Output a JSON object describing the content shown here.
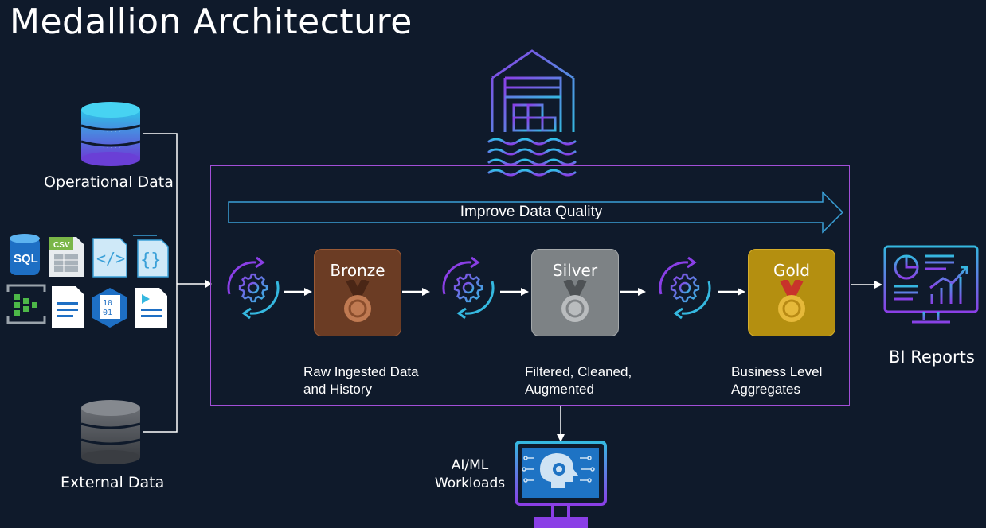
{
  "title": "Medallion Architecture",
  "sources": {
    "operational": "Operational Data",
    "external": "External Data",
    "file_icons": [
      "SQL",
      "CSV"
    ]
  },
  "banner": "Improve Data Quality",
  "stages": [
    {
      "name": "Bronze",
      "caption_lines": [
        "Raw Ingested Data",
        "and History"
      ],
      "color": "#6b3c24",
      "medal": "#c07a52"
    },
    {
      "name": "Silver",
      "caption_lines": [
        "Filtered, Cleaned,",
        "Augmented"
      ],
      "color": "#7d8285",
      "medal": "#b9bcbe"
    },
    {
      "name": "Gold",
      "caption_lines": [
        "Business Level",
        "Aggregates"
      ],
      "color": "#b48f10",
      "medal": "#e6b93a"
    }
  ],
  "outputs": {
    "bi": "BI Reports",
    "aiml_lines": [
      "AI/ML",
      "Workloads"
    ]
  },
  "colors": {
    "background": "#0f1a2b",
    "frame": "#a24fd8",
    "banner_stroke": "#3aa0d8",
    "purple": "#7b3fe4",
    "cyan": "#35b8e0"
  }
}
